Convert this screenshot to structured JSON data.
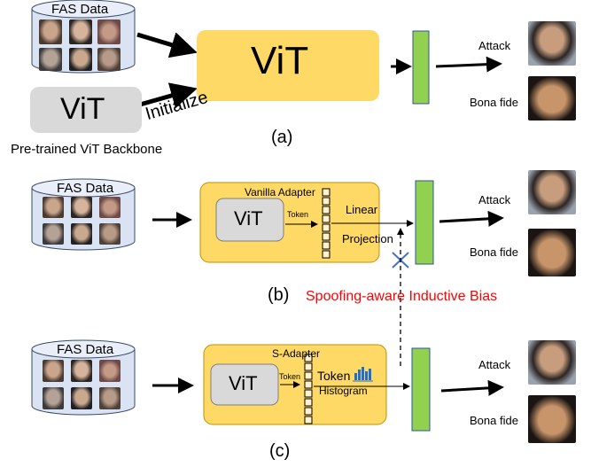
{
  "panels": {
    "a": {
      "label": "(a)",
      "dataset": "FAS Data",
      "model": "ViT",
      "pretrained_box": "ViT",
      "pretrained_caption": "Pre-trained ViT Backbone",
      "initialize": "Initialize",
      "output_attack": "Attack",
      "output_bona": "Bona fide"
    },
    "b": {
      "label": "(b)",
      "dataset": "FAS Data",
      "adapter_title": "Vanilla Adapter",
      "model": "ViT",
      "token": "Token",
      "linear_line1": "Linear",
      "linear_line2": "Projection",
      "output_attack": "Attack",
      "output_bona": "Bona fide"
    },
    "bias_text": "Spoofing-aware Inductive Bias",
    "c": {
      "label": "(c)",
      "dataset": "FAS Data",
      "adapter_title": "S-Adapter",
      "model": "ViT",
      "token": "Token",
      "token_hist_line1": "Token",
      "token_hist_line2": "Histogram",
      "output_attack": "Attack",
      "output_bona": "Bona fide"
    }
  },
  "colors": {
    "vit_fill": "#ffd966",
    "adapter_fill": "#ffd966",
    "classifier_fill": "#92d050",
    "db_fill": "#dae3f3",
    "bias_text": "#ff0000",
    "cross": "#4472c4",
    "histogram": "#1f6fd1"
  }
}
